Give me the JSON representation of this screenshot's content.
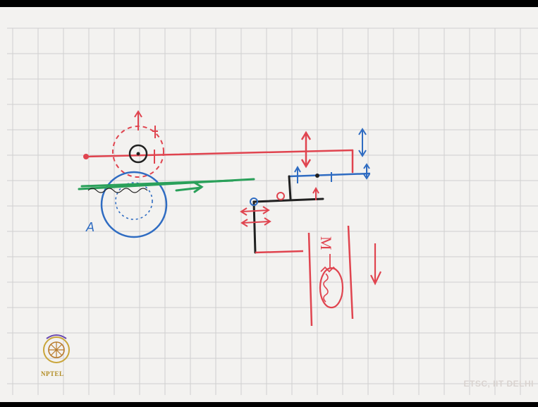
{
  "diagram": {
    "annotation_label": "A",
    "spring_label": "M"
  },
  "logo": {
    "text": "NPTEL"
  },
  "watermark": {
    "text": "ETSC, IIT DELHI"
  },
  "colors": {
    "red": "#e0444f",
    "blue": "#2f6cc2",
    "green": "#2aa05a",
    "black": "#202020",
    "grid": "#c8c8c8",
    "paper": "#f3f2f0"
  }
}
